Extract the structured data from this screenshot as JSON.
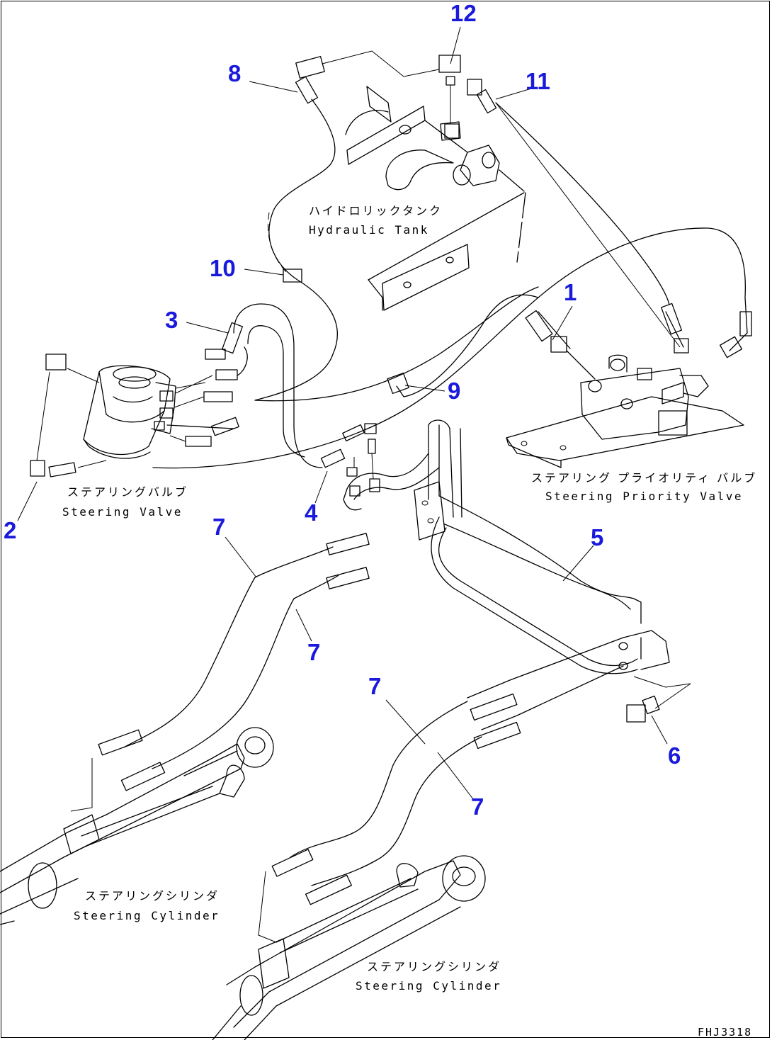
{
  "diagram": {
    "drawing_code": "FHJ3318",
    "part_labels": {
      "p1": "1",
      "p2": "2",
      "p3": "3",
      "p4": "4",
      "p5": "5",
      "p6": "6",
      "p7a": "7",
      "p7b": "7",
      "p7c": "7",
      "p7d": "7",
      "p8": "8",
      "p9": "9",
      "p10": "10",
      "p11": "11",
      "p12": "12"
    },
    "captions": {
      "hydraulic_tank": {
        "jp": "ハイドロリックタンク",
        "en": "Hydraulic Tank"
      },
      "steering_valve": {
        "jp": "ステアリングバルブ",
        "en": "Steering Valve"
      },
      "priority_valve": {
        "jp": "ステアリング プライオリティ バルブ",
        "en": "Steering Priority Valve"
      },
      "steering_cylinder_left": {
        "jp": "ステアリングシリンダ",
        "en": "Steering Cylinder"
      },
      "steering_cylinder_right": {
        "jp": "ステアリングシリンダ",
        "en": "Steering Cylinder"
      }
    },
    "colors": {
      "callout": "#1a1adb",
      "line": "#000000",
      "background": "#ffffff"
    }
  }
}
